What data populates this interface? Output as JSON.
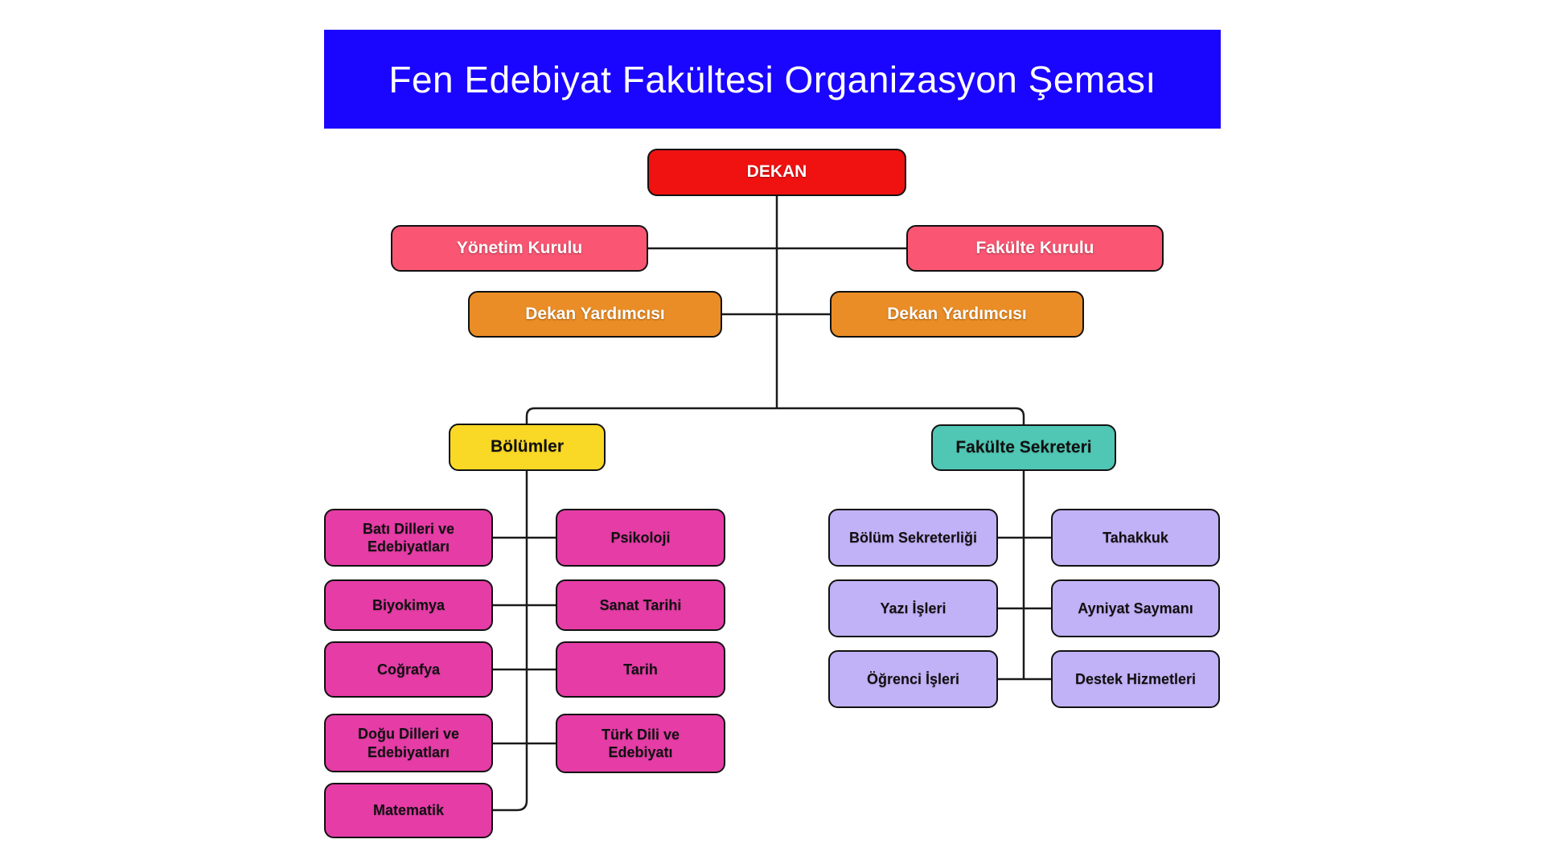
{
  "header": {
    "title": "Fen Edebiyat Fakültesi Organizasyon Şeması"
  },
  "management": {
    "dekan": "DEKAN",
    "yonetim_kurulu": "Yönetim Kurulu",
    "fakulte_kurulu": "Fakülte Kurulu",
    "dekan_yardimcisi_left": "Dekan Yardımcısı",
    "dekan_yardimcisi_right": "Dekan Yardımcısı"
  },
  "branches": {
    "bolumler": {
      "label": "Bölümler",
      "departments": [
        "Batı Dilleri ve Edebiyatları",
        "Psikoloji",
        "Biyokimya",
        "Sanat Tarihi",
        "Coğrafya",
        "Tarih",
        "Doğu Dilleri ve Edebiyatları",
        "Türk Dili ve Edebiyatı",
        "Matematik"
      ]
    },
    "fakulte_sekreteri": {
      "label": "Fakülte Sekreteri",
      "units": [
        "Bölüm Sekreterliği",
        "Tahakkuk",
        "Yazı İşleri",
        "Ayniyat Saymanı",
        "Öğrenci İşleri",
        "Destek Hizmetleri"
      ]
    }
  },
  "colors": {
    "background": "#ffffff",
    "header_bg": "#1a05ff",
    "title_text": "#ffffff",
    "dekan_box": "#f01111",
    "kurul_box": "#fa5673",
    "yardimci_box": "#eb8d26",
    "bolumler_box": "#fad826",
    "sekreter_box": "#50c6b4",
    "department_box": "#e53ca6",
    "unit_box": "#c1b1f6",
    "box_border": "#111111",
    "connector_line": "#1a1a1a"
  }
}
